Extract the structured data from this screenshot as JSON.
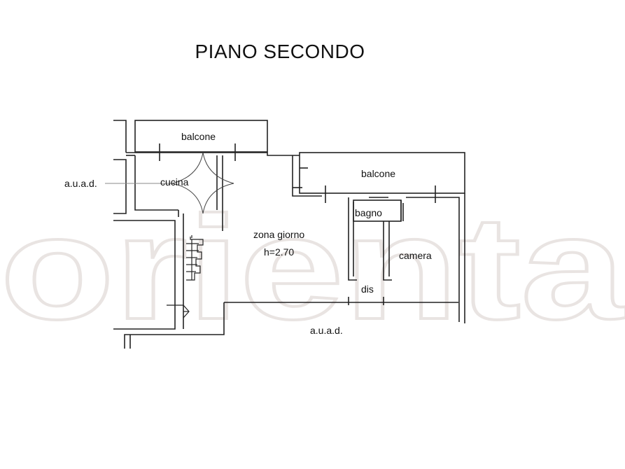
{
  "title": "PIANO SECONDO",
  "watermark": "orienta",
  "rooms": {
    "balcone_1": "balcone",
    "balcone_2": "balcone",
    "cucina": "cucina",
    "bagno": "bagno",
    "zona_giorno": "zona giorno",
    "altezza": "h=2.70",
    "camera": "camera",
    "dis": "dis"
  },
  "annotations": {
    "auad_left": "a.u.a.d.",
    "auad_bottom": "a.u.a.d."
  },
  "colors": {
    "wall": "#222222",
    "watermark": "#e9e4e2"
  }
}
